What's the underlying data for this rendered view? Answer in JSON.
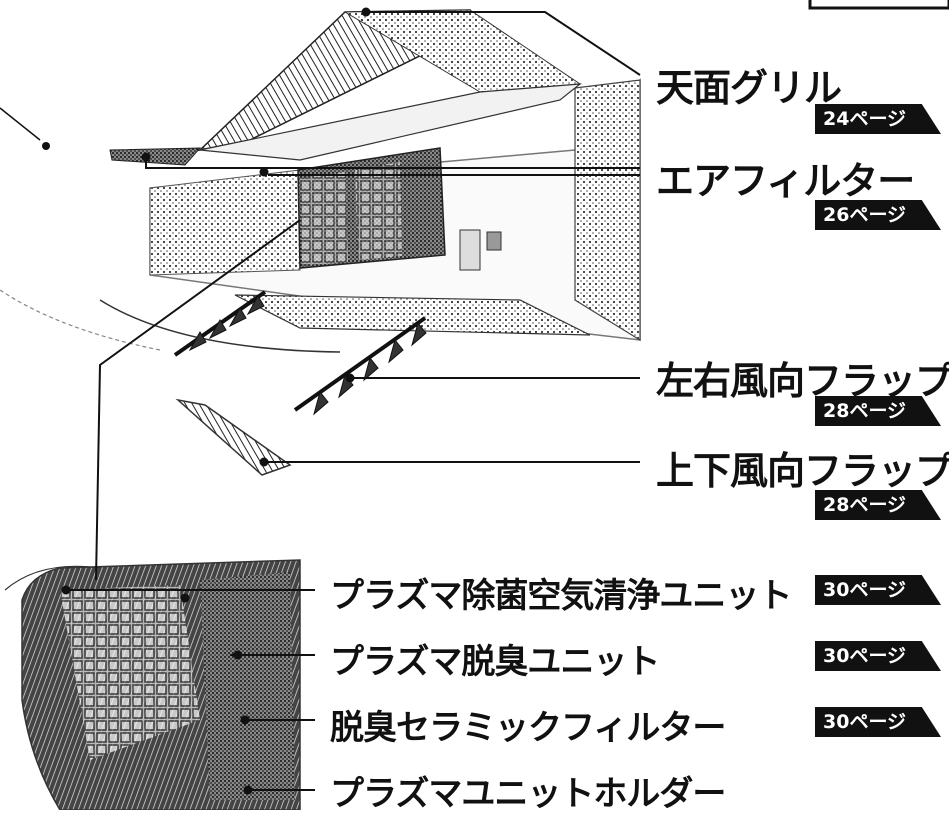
{
  "parts": [
    {
      "id": "top-grille",
      "label": "天面グリル",
      "page": "24ページ"
    },
    {
      "id": "air-filter",
      "label": "エアフィルター",
      "page": "26ページ"
    },
    {
      "id": "lr-flap",
      "label": "左右風向フラップ",
      "page": "28ページ"
    },
    {
      "id": "ud-flap",
      "label": "上下風向フラップ",
      "page": "28ページ"
    },
    {
      "id": "plasma-air-purifier",
      "label": "プラズマ除菌空気清浄ユニット",
      "page": "30ページ"
    },
    {
      "id": "plasma-deodorizer",
      "label": "プラズマ脱臭ユニット",
      "page": "30ページ"
    },
    {
      "id": "ceramic-filter",
      "label": "脱臭セラミックフィルター",
      "page": "30ページ"
    },
    {
      "id": "plasma-holder",
      "label": "プラズマユニットホルダー"
    }
  ],
  "colors": {
    "ink": "#111111",
    "badge": "#111111",
    "badge_text": "#ffffff"
  }
}
